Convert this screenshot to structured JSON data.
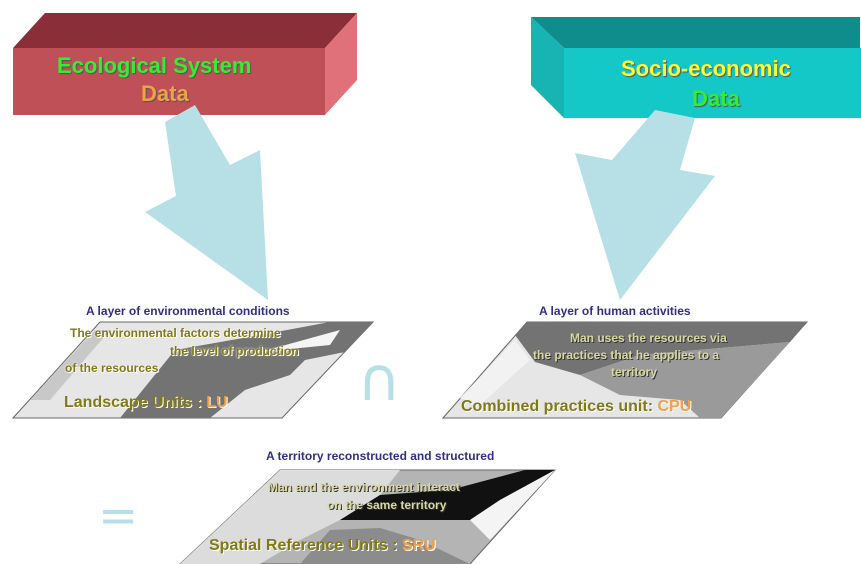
{
  "boxes": {
    "ecological": {
      "line1": "Ecological System",
      "line2": "Data",
      "color": "#e0707a"
    },
    "socio": {
      "line1": "Socio-economic",
      "line2": "Data",
      "color": "#1ad6d6"
    }
  },
  "layers": {
    "environmental": {
      "title": "A layer of environmental conditions",
      "desc1": "The environmental factors determine",
      "desc2": "the level of production",
      "desc3": "of the resources",
      "unit_label": "Landscape Units : ",
      "unit_abbr": "LU"
    },
    "human": {
      "title": "A layer of human activities",
      "desc1": "Man uses the resources via",
      "desc2": "the practices that he applies to a",
      "desc3": "territory",
      "unit_label": "Combined practices unit: ",
      "unit_abbr": "CPU"
    },
    "territory": {
      "title": "A territory reconstructed and structured",
      "desc1": "Man and the environment interact",
      "desc2": "on the same territory",
      "unit_label": "Spatial Reference Units : ",
      "unit_abbr": "SRU"
    }
  },
  "symbols": {
    "intersection": "∩",
    "equals": "="
  },
  "colors": {
    "arrow": "#b6e0e6",
    "green_text": "#33ee33",
    "orange_text": "#f0a046",
    "yellow_text": "#ffff33",
    "olive_text": "#807a14",
    "navy_text": "#2e2e8c"
  }
}
